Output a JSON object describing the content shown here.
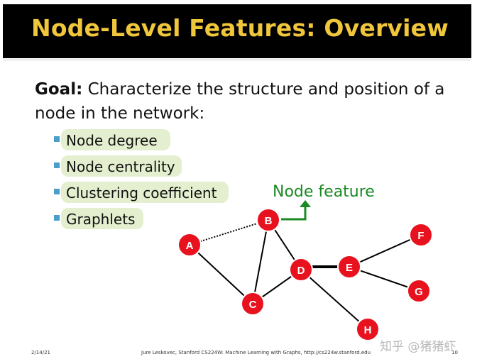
{
  "title": "Node-Level Features: Overview",
  "goal": {
    "label": "Goal:",
    "text": " Characterize the structure and position of a node in the network:"
  },
  "bullets": [
    {
      "label": "Node degree"
    },
    {
      "label": "Node centrality"
    },
    {
      "label": "Clustering coefficient"
    },
    {
      "label": "Graphlets"
    }
  ],
  "annotation": {
    "label": "Node feature"
  },
  "graph": {
    "nodes": [
      "A",
      "B",
      "C",
      "D",
      "E",
      "F",
      "G",
      "H"
    ],
    "node_color": "#e8121e",
    "feature_color": "#1a8a23"
  },
  "footer": {
    "date": "2/14/21",
    "credit": "Jure Leskovec, Stanford CS224W: Machine Learning with Graphs, http://cs224w.stanford.edu",
    "page": "10"
  },
  "watermark": "知乎 @猪猪虾",
  "colors": {
    "title": "#f0c63a",
    "highlight": "#e4efcf",
    "bullet": "#4a9fc8"
  }
}
